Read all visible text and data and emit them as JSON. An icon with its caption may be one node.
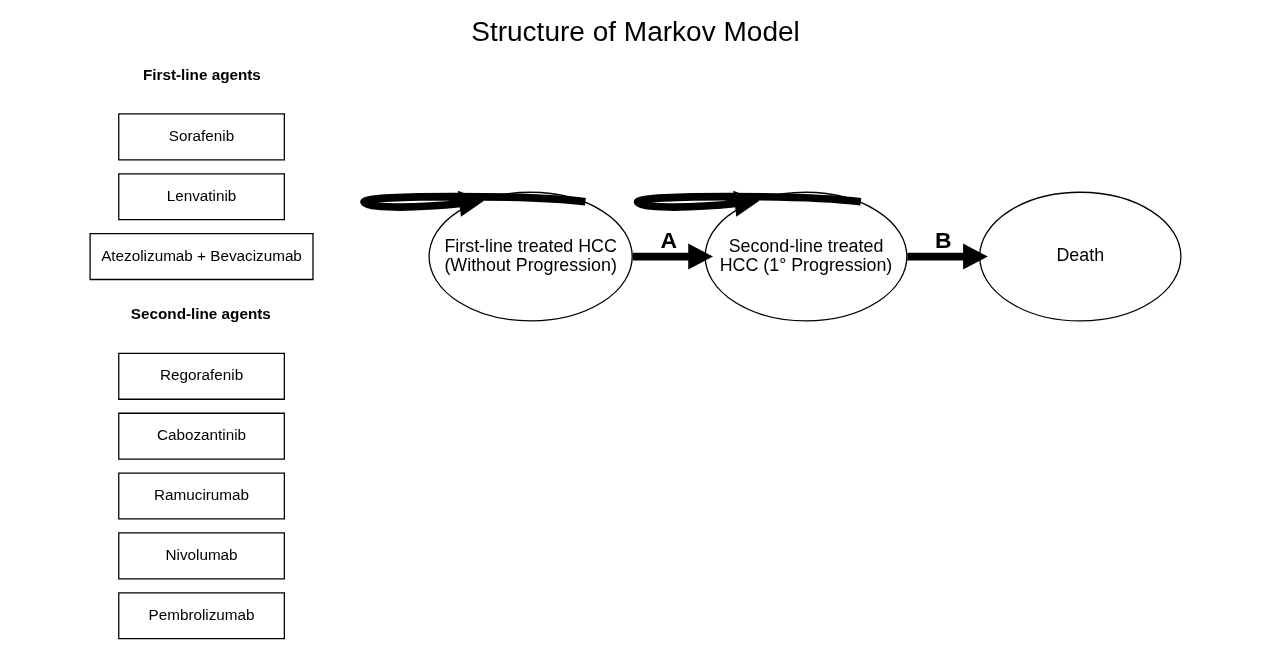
{
  "diagram": {
    "title": "Structure of Markov Model",
    "nodes": [
      {
        "text": [
          "Sorafenib"
        ]
      },
      {
        "text": [
          "Lenvatinib"
        ]
      },
      {
        "text": [
          "Atezolizumab + Bevacizumab"
        ]
      },
      {
        "text": [
          "Regorafenib"
        ]
      },
      {
        "text": [
          "Cabozantinib"
        ]
      },
      {
        "text": [
          "Ramucirumab"
        ]
      },
      {
        "text": [
          "Nivolumab"
        ]
      },
      {
        "text": [
          "Pembrolizumab"
        ]
      },
      {
        "text": [
          "First-line treated HCC (Without Progression)"
        ]
      },
      {
        "text": [
          "Second-line treated HCC (1° Progression)"
        ]
      },
      {
        "text": [
          "Death"
        ]
      }
    ],
    "edges": [
      {
        "from": 8,
        "to": 8,
        "arrow": "to"
      },
      {
        "from": 8,
        "to": 9,
        "arrow": "to",
        "label": "A"
      },
      {
        "from": 9,
        "to": 9,
        "arrow": "to"
      },
      {
        "from": 9,
        "to": 10,
        "arrow": "to",
        "label": "B"
      }
    ],
    "labels": [
      "First-line agents",
      "Second-line agents"
    ]
  }
}
